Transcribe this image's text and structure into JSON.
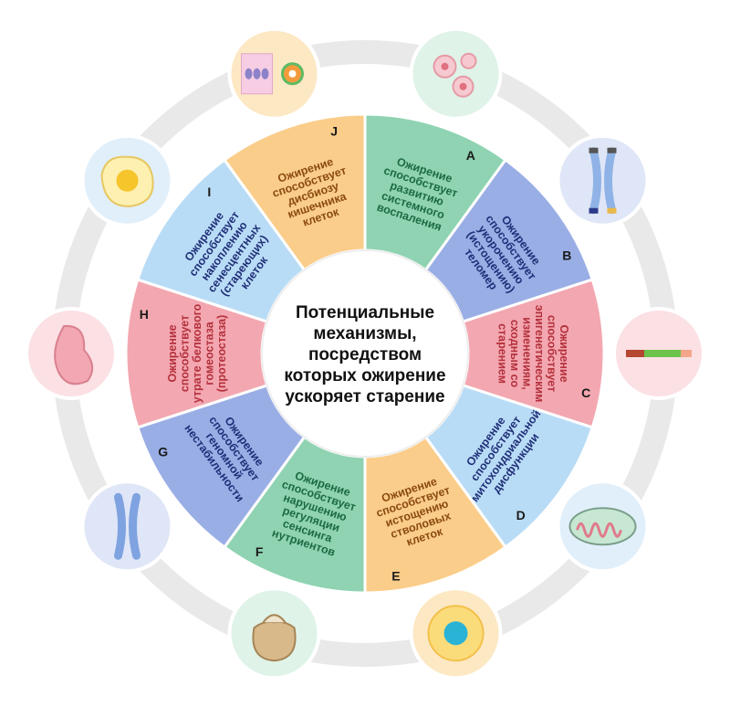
{
  "center": {
    "lines": [
      "Потенциальные",
      "механизмы,",
      "посредством",
      "которых ожирение",
      "ускоряет старение"
    ]
  },
  "segments": [
    {
      "id": "A",
      "letter": "A",
      "lines": [
        "Ожирение",
        "способствует",
        "развитию",
        "системного",
        "воспаления"
      ],
      "fill": "#8fd3b2",
      "text_color": "#1c6b45"
    },
    {
      "id": "B",
      "letter": "B",
      "lines": [
        "Ожирение",
        "способствует",
        "укорочению",
        "(истощению)",
        "теломер"
      ],
      "fill": "#9aaee6",
      "text_color": "#1f2f78"
    },
    {
      "id": "C",
      "letter": "C",
      "lines": [
        "Ожирение",
        "способствует",
        "эпигенетическим",
        "изменениям,",
        "сходным со",
        "старением"
      ],
      "fill": "#f3a7b0",
      "text_color": "#b3303c"
    },
    {
      "id": "D",
      "letter": "D",
      "lines": [
        "Ожирение",
        "способствует",
        "митохондриальной",
        "дисфункции"
      ],
      "fill": "#b9dcf6",
      "text_color": "#1f2f78"
    },
    {
      "id": "E",
      "letter": "E",
      "lines": [
        "Ожирение",
        "способствует",
        "истощению",
        "стволовых",
        "клеток"
      ],
      "fill": "#fbcd8a",
      "text_color": "#8a4b0f"
    },
    {
      "id": "F",
      "letter": "F",
      "lines": [
        "Ожирение",
        "способствует",
        "нарушению",
        "регуляции",
        "сенсинга",
        "нутриентов"
      ],
      "fill": "#8fd3b2",
      "text_color": "#1c6b45"
    },
    {
      "id": "G",
      "letter": "G",
      "lines": [
        "Ожирение",
        "способствует",
        "геномной",
        "нестабильности"
      ],
      "fill": "#9aaee6",
      "text_color": "#1f2f78"
    },
    {
      "id": "H",
      "letter": "H",
      "lines": [
        "Ожирение",
        "способствует",
        "утрате белкового",
        "гомеостаза",
        "(протеостаза)"
      ],
      "fill": "#f3a7b0",
      "text_color": "#b3303c"
    },
    {
      "id": "I",
      "letter": "I",
      "lines": [
        "Ожирение",
        "способствует",
        "накоплению",
        "сенесцентных",
        "(стареющих)",
        "клеток"
      ],
      "fill": "#b9dcf6",
      "text_color": "#1f2f78"
    },
    {
      "id": "J",
      "letter": "J",
      "lines": [
        "Ожирение",
        "способствует",
        "дисбиозу",
        "кишечника",
        "клеток"
      ],
      "fill": "#fbcd8a",
      "text_color": "#8a4b0f"
    }
  ],
  "icons": [
    {
      "name": "inflammatory-cells-icon",
      "bg": "#dff3e8"
    },
    {
      "name": "chromosome-telomeres-icon",
      "bg": "#dfe6f7"
    },
    {
      "name": "epigenetic-dna-bar-icon",
      "bg": "#fbe0e4"
    },
    {
      "name": "mitochondrion-icon",
      "bg": "#e1effa"
    },
    {
      "name": "stem-cell-icon",
      "bg": "#fde8c4"
    },
    {
      "name": "nutrient-sack-icon",
      "bg": "#dff3e8"
    },
    {
      "name": "chromosome-icon",
      "bg": "#dfe6f7"
    },
    {
      "name": "protein-organ-icon",
      "bg": "#fbe0e4"
    },
    {
      "name": "senescent-cell-icon",
      "bg": "#e1effa"
    },
    {
      "name": "gut-microbiome-icon",
      "bg": "#fde8c4"
    }
  ],
  "colors": {
    "ring_track": "#e9e9e9",
    "center_fill": "#ffffff"
  }
}
